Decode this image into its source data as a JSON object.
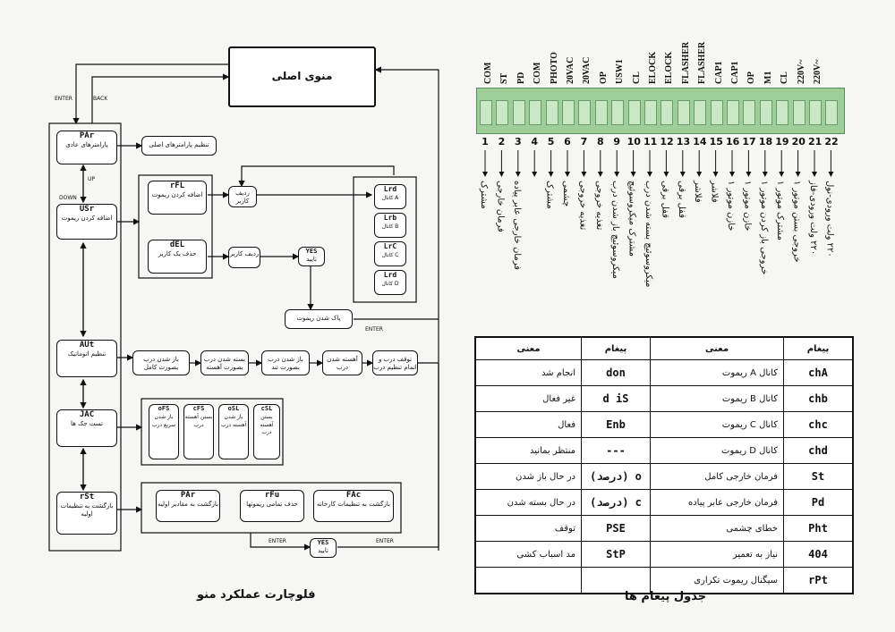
{
  "flowchart": {
    "main_menu": "منوی اصلی",
    "enter": "ENTER",
    "back": "BACK",
    "up": "UP",
    "down": "DOWN",
    "menu_items": [
      {
        "code": "PAr",
        "label": "پارامترهای عادی"
      },
      {
        "code": "USr",
        "label": "اضافه کردن ریموت"
      },
      {
        "code": "AUt",
        "label": "تنظیم اتوماتیک"
      },
      {
        "code": "JAC",
        "label": "تست جک ها"
      },
      {
        "code": "rSt",
        "label": "بازگشت به تنظیمات اولیه"
      }
    ],
    "param_setting": "تنظیم پارامترهای اصلی",
    "add_remote": {
      "code": "rFL",
      "label": "اضافه کردن ریموت"
    },
    "del_user": {
      "code": "dEL",
      "label": "حذف یک کاربر"
    },
    "user_row_1": "ردیف کاربر",
    "user_row_2": "ردیف کاربر",
    "yes_confirm": {
      "code": "YES",
      "label": "تایید"
    },
    "channels": [
      {
        "code": "Lrd",
        "label": "A کانال"
      },
      {
        "code": "Lrb",
        "label": "B کانال"
      },
      {
        "code": "LrC",
        "label": "C کانال"
      },
      {
        "code": "Lrd",
        "label": "D کانال"
      }
    ],
    "clear_remote": "پاک شدن ریموت",
    "auto_steps": [
      "باز شدن درب بصورت کامل",
      "بسته شدن درب بصورت آهسته",
      "باز شدن درب بصورت تند",
      "آهسته شدن درب",
      "توقف درب و اتمام تنظیم درب"
    ],
    "jack_tests": [
      {
        "code": "oFS",
        "label": "باز شدن سریع درب"
      },
      {
        "code": "cFS",
        "label": "بستن آهسته درب"
      },
      {
        "code": "oSL",
        "label": "باز شدن آهسته درب"
      },
      {
        "code": "cSL",
        "label": "بستن آهسته درب"
      }
    ],
    "reset_options": [
      {
        "code": "PAr",
        "label": "بازگشت به مقادیر اولیه"
      },
      {
        "code": "rFu",
        "label": "حذف تمامی ریموتها"
      },
      {
        "code": "FAc",
        "label": "بازگشت به تنظیمات کارخانه"
      }
    ],
    "final_yes": {
      "code": "YES",
      "label": "تایید"
    },
    "caption": "فلوچارت عملکرد منو"
  },
  "terminals": {
    "labels": [
      "COM",
      "ST",
      "PD",
      "COM",
      "PHOTO",
      "20VAC",
      "20VAC",
      "OP",
      "USW1",
      "CL",
      "ELOCK",
      "ELOCK",
      "FLASHER",
      "FLASHER",
      "CAP1",
      "CAP1",
      "OP",
      "M1",
      "CL",
      "220V~",
      "220V~"
    ],
    "numbers": [
      "1",
      "2",
      "3",
      "4",
      "5",
      "6",
      "7",
      "8",
      "9",
      "10",
      "11",
      "12",
      "13",
      "14",
      "15",
      "16",
      "17",
      "18",
      "19",
      "20",
      "21",
      "22"
    ],
    "descriptions": [
      "مشترک",
      "فرمان خارجی",
      "فرمان خارجی عابر پیاده",
      "مشترک",
      "چشمی",
      "تغذیه خروجی",
      "تغذیه خروجی",
      "میکروسوئیچ باز شدن درب",
      "مشترک میکروسوئیچ",
      "میکروسوئیچ بسته شدن درب",
      "قفل برقی",
      "قفل برقی",
      "فلاشر",
      "فلاشر",
      "خازن موتور ۱",
      "خازن موتور ۱",
      "خروجی باز کردن موتور ۱",
      "مشترک موتور ۱",
      "خروجی بستن موتور ۱",
      "۲۲۰ ولت ورودی-فاز",
      "۲۲۰ ولت ورودی-نول"
    ]
  },
  "message_table": {
    "headers": [
      "پیغام",
      "معنی",
      "پیغام",
      "معنی"
    ],
    "rows": [
      {
        "code_r": "chA",
        "meaning_r": "کانال A ریموت",
        "code_l": "don",
        "meaning_l": "انجام شد"
      },
      {
        "code_r": "chb",
        "meaning_r": "کانال B ریموت",
        "code_l": "d iS",
        "meaning_l": "غیر فعال"
      },
      {
        "code_r": "chc",
        "meaning_r": "کانال C ریموت",
        "code_l": "Enb",
        "meaning_l": "فعال"
      },
      {
        "code_r": "chd",
        "meaning_r": "کانال D ریموت",
        "code_l": "---",
        "meaning_l": "منتظر بمانید"
      },
      {
        "code_r": "St",
        "meaning_r": "فرمان خارجی کامل",
        "code_l": "(درصد) o",
        "meaning_l": "در حال باز شدن"
      },
      {
        "code_r": "Pd",
        "meaning_r": "فرمان خارجی عابر پیاده",
        "code_l": "(درصد) c",
        "meaning_l": "در حال بسته شدن"
      },
      {
        "code_r": "Pht",
        "meaning_r": "خطای چشمی",
        "code_l": "PSE",
        "meaning_l": "توقف"
      },
      {
        "code_r": "404",
        "meaning_r": "نیاز به تعمیر",
        "code_l": "StP",
        "meaning_l": "مد اسباب کشی"
      },
      {
        "code_r": "rPt",
        "meaning_r": "سیگنال ریموت تکراری",
        "code_l": "",
        "meaning_l": ""
      }
    ],
    "caption": "جدول پیغام ها"
  }
}
